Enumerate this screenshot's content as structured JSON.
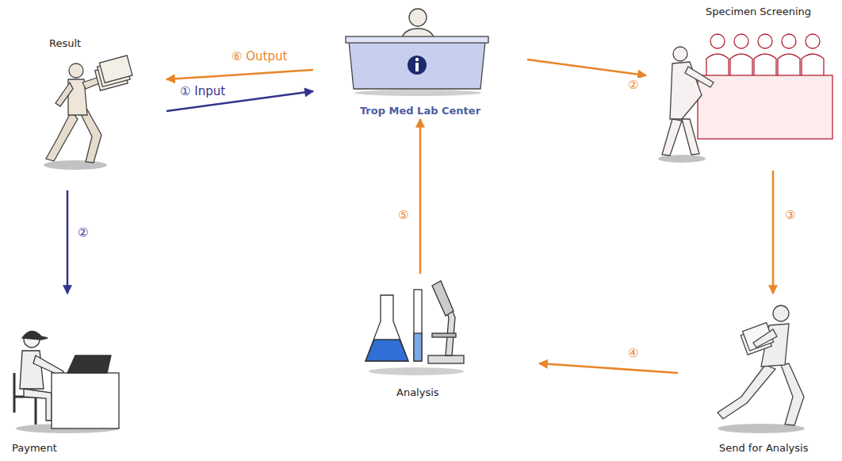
{
  "diagram": {
    "nodes": [
      {
        "text": [
          "Result"
        ]
      },
      {
        "text": [
          "Trop Med Lab Center"
        ]
      },
      {
        "text": [
          "Specimen Screening"
        ]
      },
      {
        "text": [
          "Payment"
        ]
      },
      {
        "text": [
          "Analysis"
        ]
      },
      {
        "text": [
          "Send for Analysis"
        ]
      }
    ],
    "edges": [
      {
        "from": 0,
        "to": 1,
        "arrow": "to",
        "label": "① Input"
      },
      {
        "from": 0,
        "to": 3,
        "arrow": "to",
        "label": "②"
      },
      {
        "from": 1,
        "to": 2,
        "arrow": "to",
        "label": "②"
      },
      {
        "from": 2,
        "to": 5,
        "arrow": "to",
        "label": "③"
      },
      {
        "from": 5,
        "to": 4,
        "arrow": "to",
        "label": "④"
      },
      {
        "from": 4,
        "to": 1,
        "arrow": "to",
        "label": "⑤"
      },
      {
        "from": 1,
        "to": 0,
        "arrow": "to",
        "label": "⑥ Output"
      }
    ]
  }
}
